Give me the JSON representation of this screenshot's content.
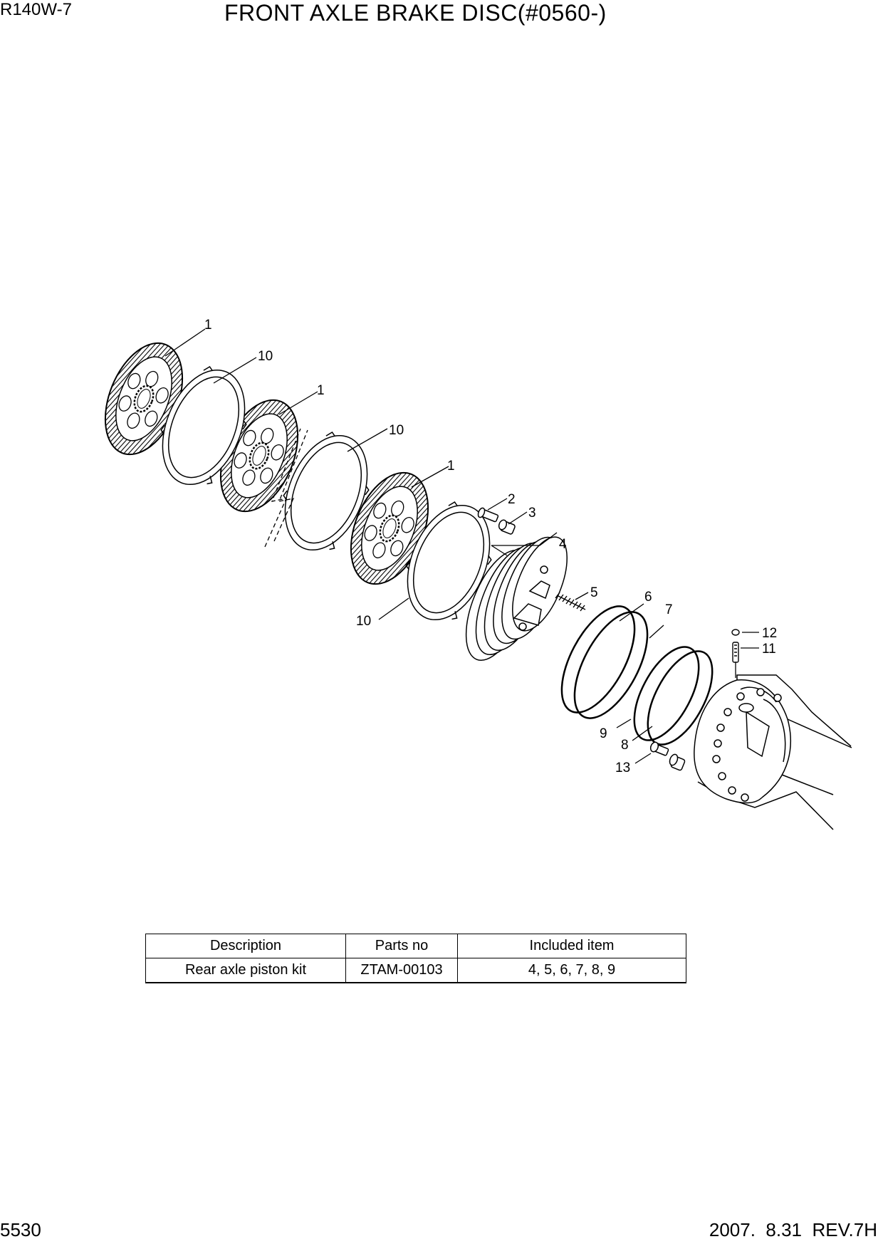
{
  "header": {
    "model": "R140W-7",
    "title": "FRONT AXLE BRAKE DISC(#0560-)"
  },
  "footer": {
    "page_number": "5530",
    "revision": "2007.  8.31  REV.7H"
  },
  "callouts": {
    "c1a": "1",
    "c10a": "10",
    "c1b": "1",
    "c10b": "10",
    "c1c": "1",
    "c2": "2",
    "c3": "3",
    "c4": "4",
    "c10c": "10",
    "c5": "5",
    "c6": "6",
    "c7": "7",
    "c12": "12",
    "c11": "11",
    "c9": "9",
    "c8": "8",
    "c13": "13"
  },
  "table": {
    "headers": [
      "Description",
      "Parts no",
      "Included item"
    ],
    "rows": [
      [
        "Rear axle piston kit",
        "ZTAM-00103",
        "4, 5, 6, 7, 8, 9"
      ]
    ]
  }
}
